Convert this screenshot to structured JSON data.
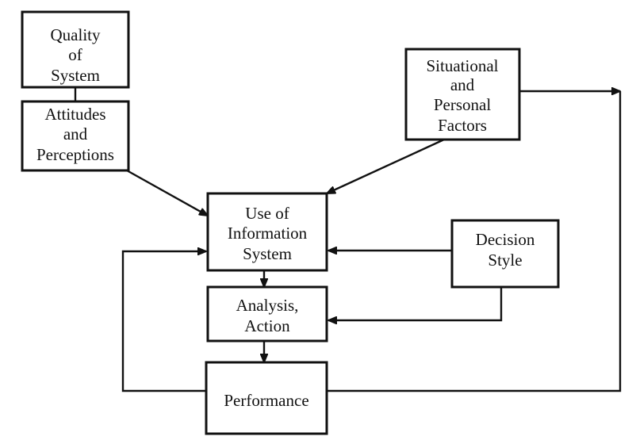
{
  "boxes": {
    "quality_of_system": [
      "Quality",
      "of",
      "System"
    ],
    "attitudes_and_perceptions": [
      "Attitudes",
      "and",
      "Perceptions"
    ],
    "situational_and_personal_factors": [
      "Situational",
      "and",
      "Personal",
      "Factors"
    ],
    "use_of_information_system": [
      "Use of",
      "Information",
      "System"
    ],
    "decision_style": [
      "Decision",
      "Style"
    ],
    "analysis_action": [
      "Analysis,",
      "Action"
    ],
    "performance": [
      "Performance"
    ]
  },
  "colors": {
    "line": "#111111",
    "background": "#ffffff"
  }
}
